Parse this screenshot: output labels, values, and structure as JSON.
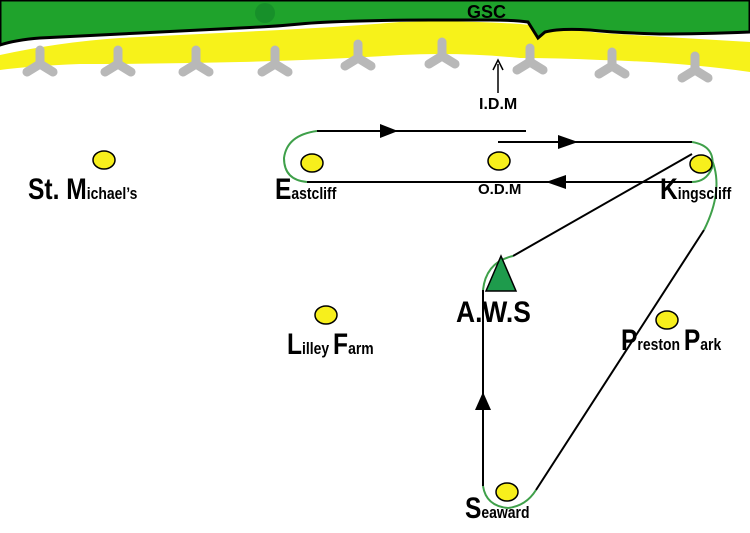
{
  "map": {
    "coast_label": "GSC",
    "idm_label": "I.D.M",
    "odm_label": "O.D.M",
    "aws_label": "A.W.S",
    "colors": {
      "land": "#22a23a",
      "beach": "#f7f21a",
      "route": "#000000",
      "turn": "#3fa04a",
      "station": "#f7ef1c",
      "aws_marker": "#1e9b4c"
    }
  },
  "stations": {
    "st_michaels": {
      "cap": "St. M",
      "rest": "ichael’s"
    },
    "eastcliff": {
      "cap": "E",
      "rest": "astcliff"
    },
    "kingscliff": {
      "cap": "K",
      "rest": "ingscliff"
    },
    "lilley_farm": {
      "cap1": "L",
      "rest1": "illey ",
      "cap2": "F",
      "rest2": "arm"
    },
    "preston_park": {
      "cap1": "P",
      "rest1": "reston ",
      "cap2": "P",
      "rest2": "ark"
    },
    "seaward": {
      "cap": "S",
      "rest": "eaward"
    }
  }
}
